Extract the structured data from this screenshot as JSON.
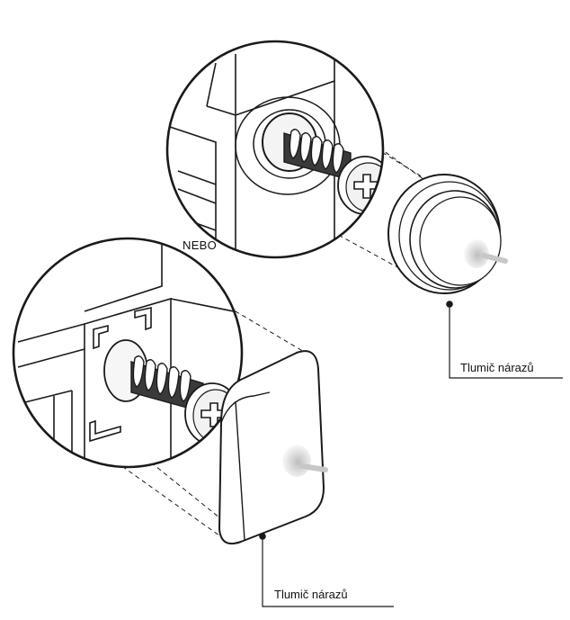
{
  "labels": {
    "nebo": "NEBO",
    "bumper_top": "Tlumič nárazů",
    "bumper_bottom": "Tlumič nárazů"
  },
  "parts": {
    "top": [
      "cabinet-panel",
      "screw",
      "round-bumper"
    ],
    "bottom": [
      "cabinet-panel",
      "screw",
      "bracket-bumper"
    ]
  },
  "colors": {
    "line": "#1a1a1a",
    "paper": "#ffffff",
    "shade": "#cfcfcf"
  }
}
